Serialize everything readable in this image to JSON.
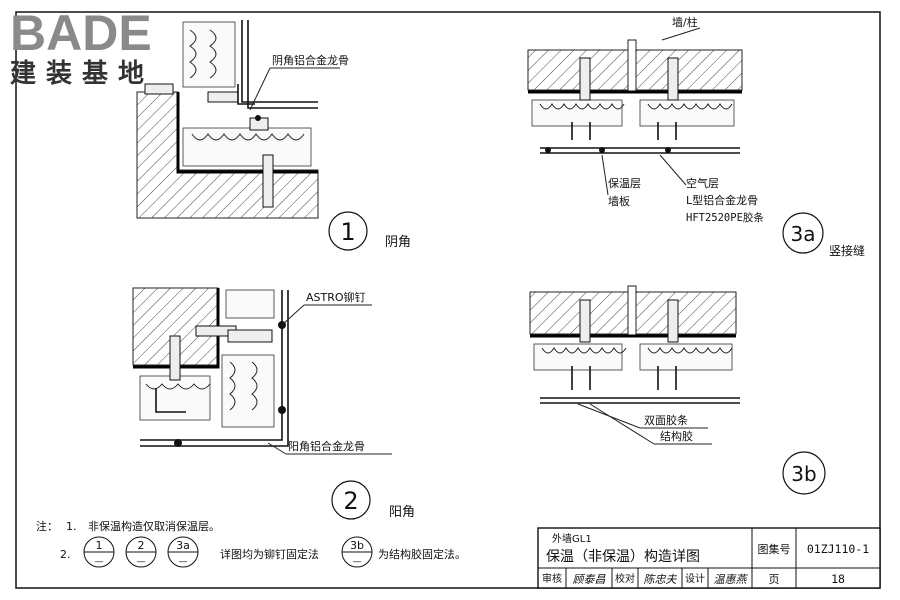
{
  "logo": {
    "brand": "BADE",
    "tagline": "建装基地"
  },
  "details": {
    "d1": {
      "number": "1",
      "name": "阴角",
      "callout": "阴角铝合金龙骨"
    },
    "d2": {
      "number": "2",
      "name": "阳角",
      "callout_rivet": "ASTRO铆钉",
      "callout_keel": "阳角铝合金龙骨"
    },
    "d3a": {
      "number": "3a",
      "name": "竖接缝",
      "wall_label": "墙/柱",
      "labels_left": [
        "保温层",
        "墙板"
      ],
      "labels_right": [
        "空气层",
        "L型铝合金龙骨",
        "HFT2520PE胶条"
      ]
    },
    "d3b": {
      "number": "3b",
      "labels": [
        "双面胶条",
        "结构胶"
      ]
    }
  },
  "notes": {
    "prefix": "注：",
    "n1_index": "1.",
    "n1_text": "非保温构造仅取消保温层。",
    "n2_index": "2.",
    "refs_rivet": [
      "1",
      "2",
      "3a"
    ],
    "rivet_text": "详图均为铆钉固定法",
    "ref_glue": "3b",
    "glue_text": "为结构胶固定法。",
    "ref_bottom": "—"
  },
  "title_block": {
    "subtitle": "外墙GL1",
    "title": "保温（非保温）构造详图",
    "atlas_label": "图集号",
    "atlas_no": "01ZJ110-1",
    "page_label": "页",
    "page_no": "18",
    "review_label": "审核",
    "check_label": "校对",
    "design_label": "设计",
    "sign_review": "顾泰昌",
    "sign_check": "陈忠夫",
    "sign_design": "温惠燕"
  }
}
